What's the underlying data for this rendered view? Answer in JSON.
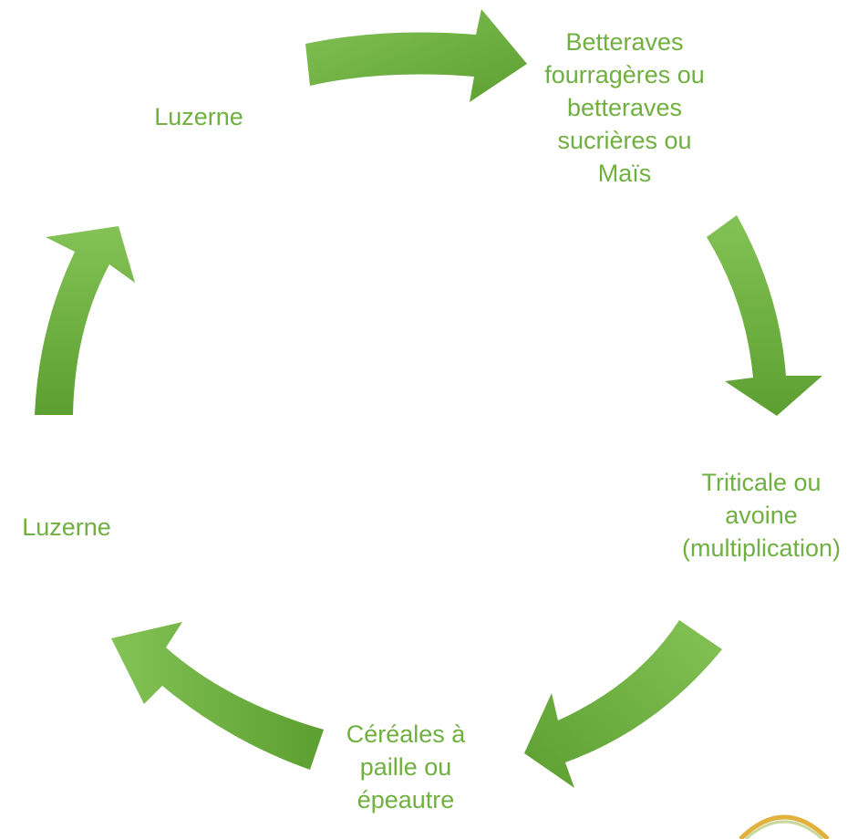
{
  "diagram": {
    "nodes": [
      {
        "id": "luzerne-top",
        "label": "Luzerne"
      },
      {
        "id": "betteraves",
        "label": "Betteraves\nfourragères ou\nbetteraves\nsucrières ou\nMaïs"
      },
      {
        "id": "triticale",
        "label": "Triticale ou\navoine\n(multiplication)"
      },
      {
        "id": "cereales",
        "label": "Céréales à\npaille ou\népeautre"
      },
      {
        "id": "luzerne-left",
        "label": "Luzerne"
      }
    ],
    "edges": [
      {
        "from": "luzerne-top",
        "to": "betteraves"
      },
      {
        "from": "betteraves",
        "to": "triticale"
      },
      {
        "from": "triticale",
        "to": "cereales"
      },
      {
        "from": "cereales",
        "to": "luzerne-left"
      },
      {
        "from": "luzerne-left",
        "to": "luzerne-top"
      }
    ],
    "colors": {
      "arrow_light": "#7fbd4f",
      "arrow_dark": "#5a9e2e",
      "text": "#6fb040",
      "logo_ring": "#e0b23c"
    }
  }
}
